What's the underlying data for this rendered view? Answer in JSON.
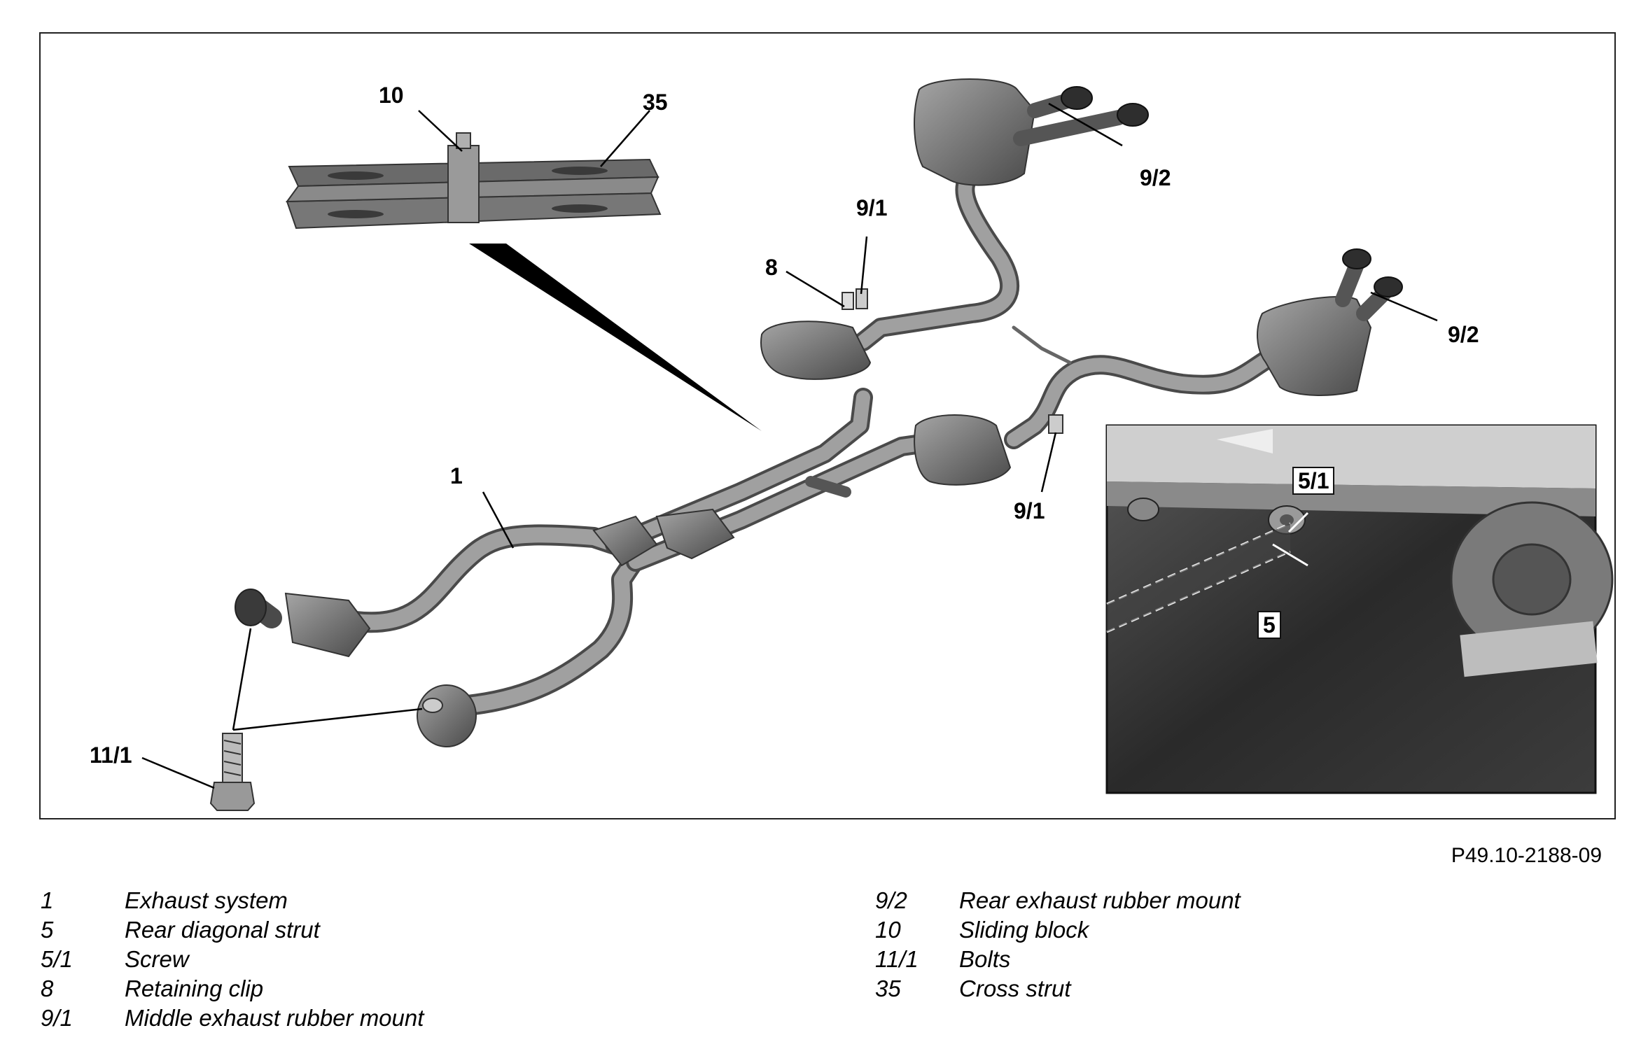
{
  "figure_code": "P49.10-2188-09",
  "callouts": {
    "c10": "10",
    "c35": "35",
    "c9_1_top": "9/1",
    "c8": "8",
    "c9_2_top": "9/2",
    "c9_2_right": "9/2",
    "c1": "1",
    "c9_1_mid": "9/1",
    "c11_1": "11/1",
    "c5_1": "5/1",
    "c5": "5"
  },
  "legend": {
    "left": [
      {
        "num": "1",
        "label": "Exhaust system"
      },
      {
        "num": "5",
        "label": "Rear diagonal strut"
      },
      {
        "num": "5/1",
        "label": "Screw"
      },
      {
        "num": "8",
        "label": "Retaining clip"
      },
      {
        "num": "9/1",
        "label": "Middle exhaust rubber mount"
      }
    ],
    "right": [
      {
        "num": "9/2",
        "label": "Rear exhaust rubber mount"
      },
      {
        "num": "10",
        "label": "Sliding block"
      },
      {
        "num": "11/1",
        "label": "Bolts"
      },
      {
        "num": "35",
        "label": "Cross strut"
      }
    ]
  },
  "colors": {
    "pipe": "#8f8f8f",
    "pipe_dark": "#4f4f4f",
    "muffler": "#6e6e6e",
    "photo_bg": "#2e2e2e"
  }
}
